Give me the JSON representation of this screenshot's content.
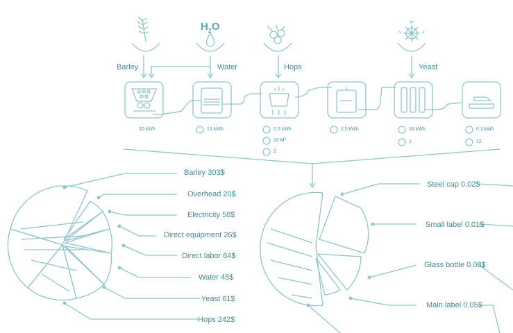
{
  "ingredients": {
    "barley": "Barley",
    "water": "Water",
    "water_formula": "H",
    "water_sub": "2",
    "water_o": "O",
    "hops": "Hops",
    "yeast": "Yeast"
  },
  "process_stats": {
    "mill_energy": "20 kWh",
    "mash_energy": "13 kWh",
    "boil_energy": "0.5 kWh",
    "boil_volume": "10 M³",
    "boil_workers": "2",
    "ferment_energy": "2.5 kWh",
    "filter_energy": "18 kWh",
    "filter_workers": "1",
    "bottling_energy": "0.3 kWh",
    "bottling_workers": "12"
  },
  "cost_breakdown": {
    "barley": "Barley 303$",
    "overhead": "Overhead 20$",
    "electricity": "Electricity 58$",
    "direct_equipment": "Direct equipment 26$",
    "direct_labor": "Direct labor 64$",
    "water": "Water 45$",
    "yeast": "Yeast 61$",
    "hops": "Hops 242$"
  },
  "packaging_breakdown": {
    "steel_cap": "Steel cap 0.02$",
    "small_label": "Small label 0.01$",
    "glass_bottle": "Glass bottle 0.08$",
    "main_label": "Main label 0.05$"
  },
  "colors": {
    "line": "#8ec5ca",
    "text": "#3f8c93",
    "background": "#ffffff"
  }
}
